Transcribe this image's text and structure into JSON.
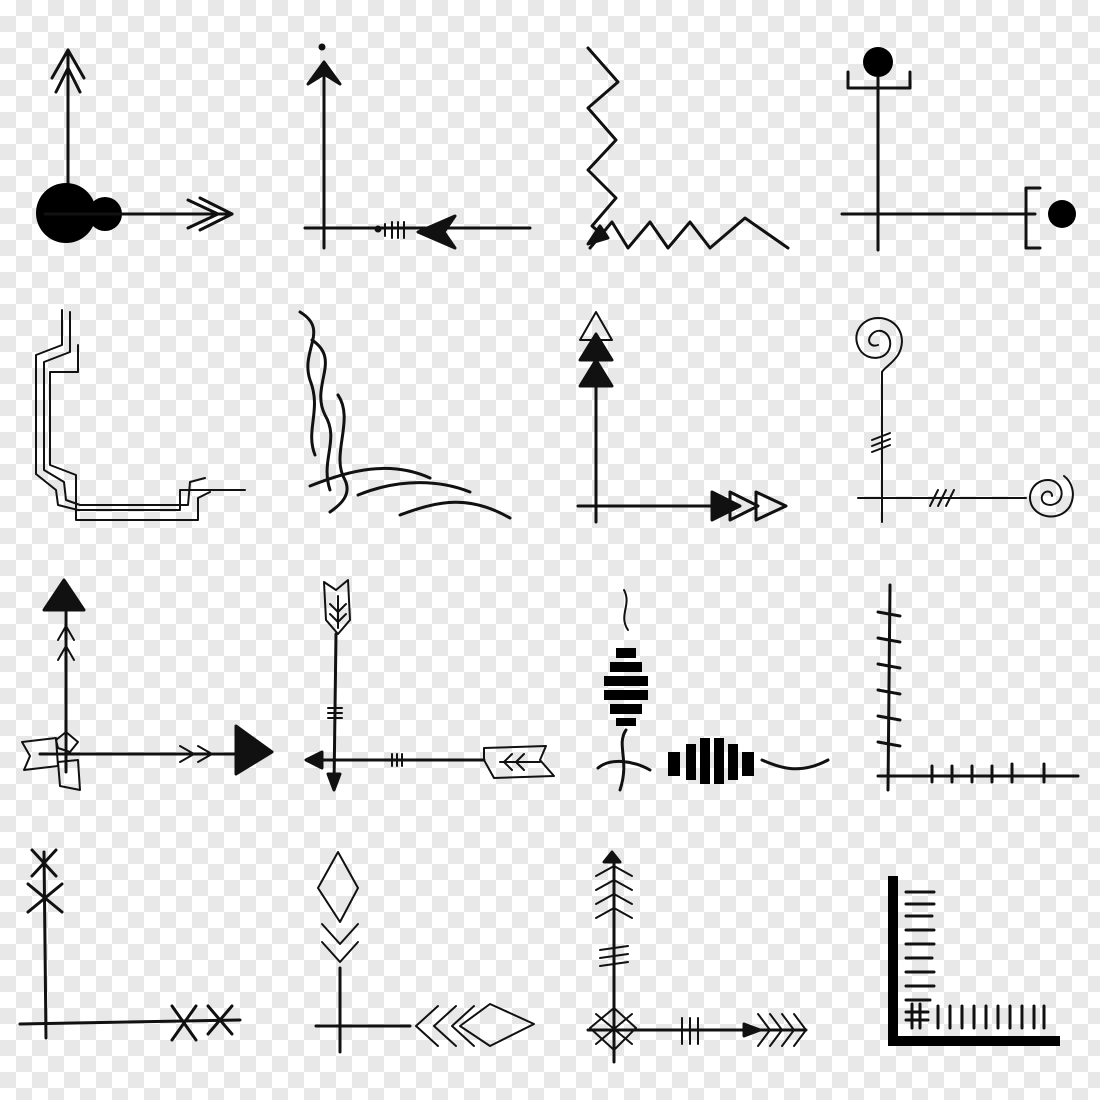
{
  "canvas": {
    "background": "transparency-checkerboard",
    "checker_light": "#ffffff",
    "checker_dark": "#e8e8e8",
    "ink": "#111111"
  },
  "grid": {
    "rows": 4,
    "columns": 4
  },
  "elements": [
    {
      "row": 1,
      "col": 1,
      "name": "corner-circles-arrows-icon"
    },
    {
      "row": 1,
      "col": 2,
      "name": "corner-chevron-arrows-icon"
    },
    {
      "row": 1,
      "col": 3,
      "name": "corner-zigzag-icon"
    },
    {
      "row": 1,
      "col": 4,
      "name": "corner-circle-bracket-icon"
    },
    {
      "row": 2,
      "col": 1,
      "name": "corner-stepped-lines-icon"
    },
    {
      "row": 2,
      "col": 2,
      "name": "corner-wavy-lines-icon"
    },
    {
      "row": 2,
      "col": 3,
      "name": "corner-triple-triangle-arrows-icon"
    },
    {
      "row": 2,
      "col": 4,
      "name": "corner-spiral-icon"
    },
    {
      "row": 3,
      "col": 1,
      "name": "corner-triangle-ribbon-arrows-icon"
    },
    {
      "row": 3,
      "col": 2,
      "name": "corner-feather-arrows-icon"
    },
    {
      "row": 3,
      "col": 3,
      "name": "corner-tribal-blocks-icon"
    },
    {
      "row": 3,
      "col": 4,
      "name": "corner-tally-marks-icon"
    },
    {
      "row": 4,
      "col": 1,
      "name": "corner-cross-marks-icon"
    },
    {
      "row": 4,
      "col": 2,
      "name": "corner-diamond-chevrons-icon"
    },
    {
      "row": 4,
      "col": 3,
      "name": "corner-fletched-arrows-icon"
    },
    {
      "row": 4,
      "col": 4,
      "name": "corner-ruled-lines-icon"
    }
  ]
}
